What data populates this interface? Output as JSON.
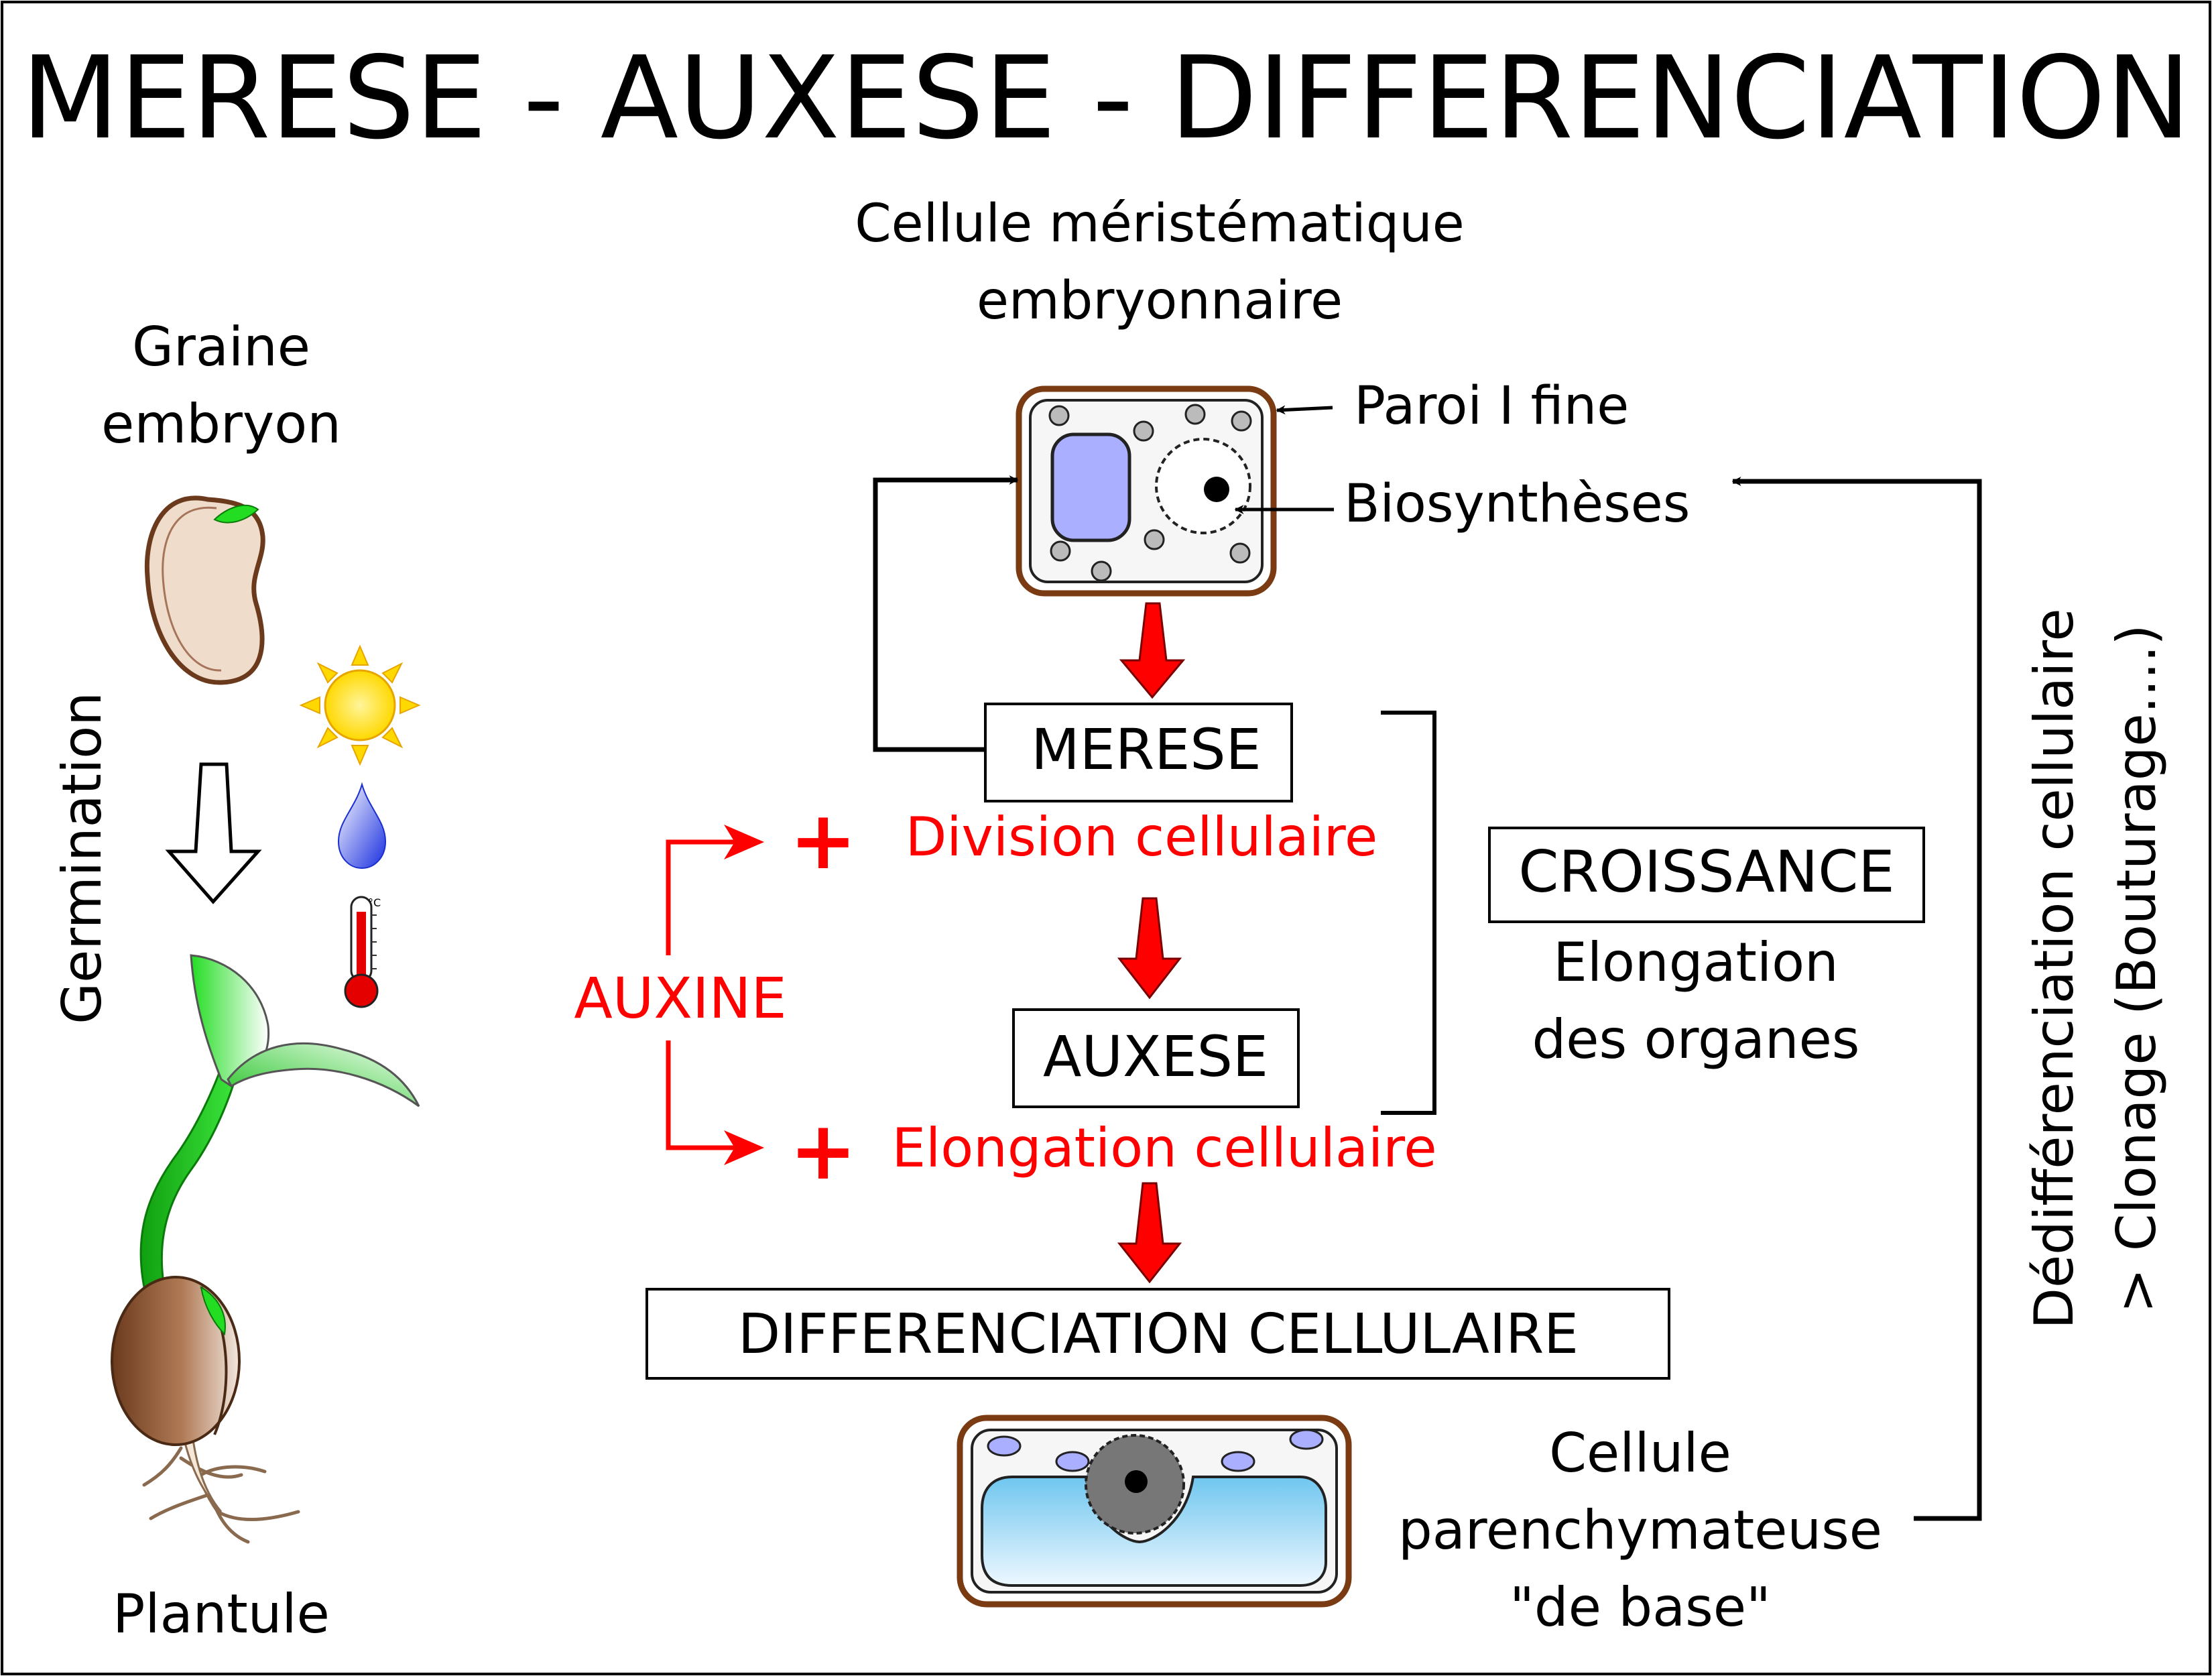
{
  "title": "MERESE - AUXESE - DIFFERENCIATION",
  "left_panel": {
    "seed_label_line1": "Graine",
    "seed_label_line2": "embryon",
    "germination_label": "Germination",
    "plantlet_label": "Plantule",
    "thermometer_unit": "°C"
  },
  "meristem_cell": {
    "label_line1": "Cellule méristématique",
    "label_line2": "embryonnaire",
    "wall_annotation": "Paroi I fine",
    "biosynthesis_annotation": "Biosynthèses"
  },
  "process": {
    "merese_box": "MERESE",
    "division_text": "Division cellulaire",
    "auxese_box": "AUXESE",
    "elongation_text": "Elongation cellulaire",
    "auxine_label": "AUXINE",
    "plus_symbol": "+",
    "differenciation_box": "DIFFERENCIATION CELLULAIRE"
  },
  "growth": {
    "box_label": "CROISSANCE",
    "text_line1": "Elongation",
    "text_line2": "des organes"
  },
  "parenchyma_cell": {
    "label_line1": "Cellule",
    "label_line2": "parenchymateuse",
    "label_line3": "\"de base\""
  },
  "dedifferentiation": {
    "line1": "Dédifférenciation cellulaire",
    "line2": "> Clonage (Bouturage....)"
  },
  "colors": {
    "red": "#ff0000",
    "wall_brown": "#7a3a12",
    "vacuole_blue": "#aab0ff",
    "sun_yellow": "#ffe600",
    "leaf_green": "#22dd22",
    "seed_beige": "#efdccb"
  }
}
